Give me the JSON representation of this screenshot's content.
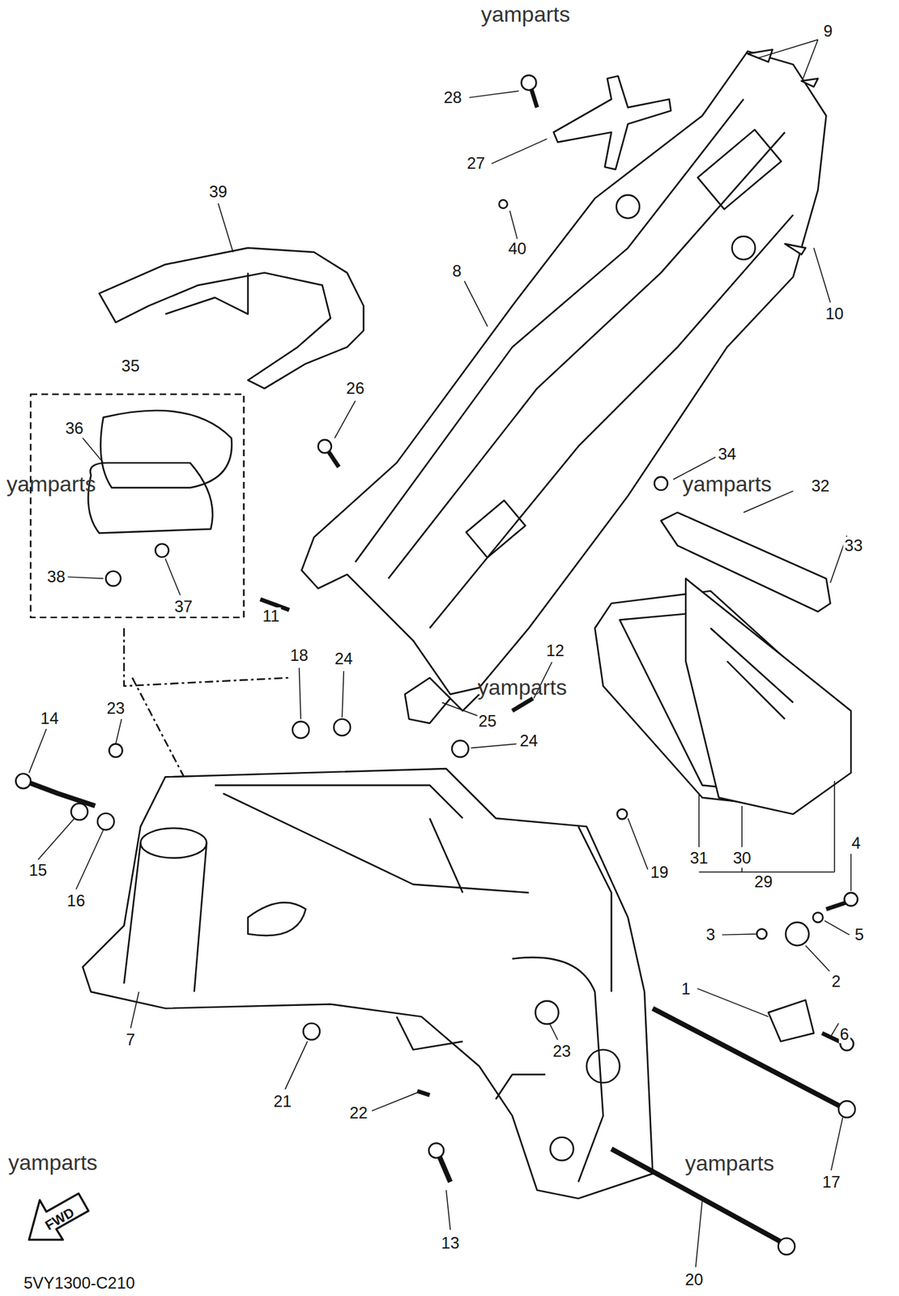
{
  "diagram": {
    "labels": [
      "yamparts",
      "9",
      "28",
      "27",
      "39",
      "40",
      "8",
      "10",
      "35",
      "26",
      "36",
      "34",
      "yamparts",
      "yamparts",
      "32",
      "33",
      "38",
      "37",
      "11",
      "18",
      "24",
      "12",
      "yamparts",
      "23",
      "14",
      "25",
      "24",
      "4",
      "31",
      "30",
      "15",
      "19",
      "29",
      "16",
      "3",
      "5",
      "2",
      "1",
      "6",
      "7",
      "23",
      "21",
      "22",
      "yamparts",
      "yamparts",
      "17",
      "FWD",
      "13",
      "5VY1300-C210",
      "20"
    ]
  }
}
